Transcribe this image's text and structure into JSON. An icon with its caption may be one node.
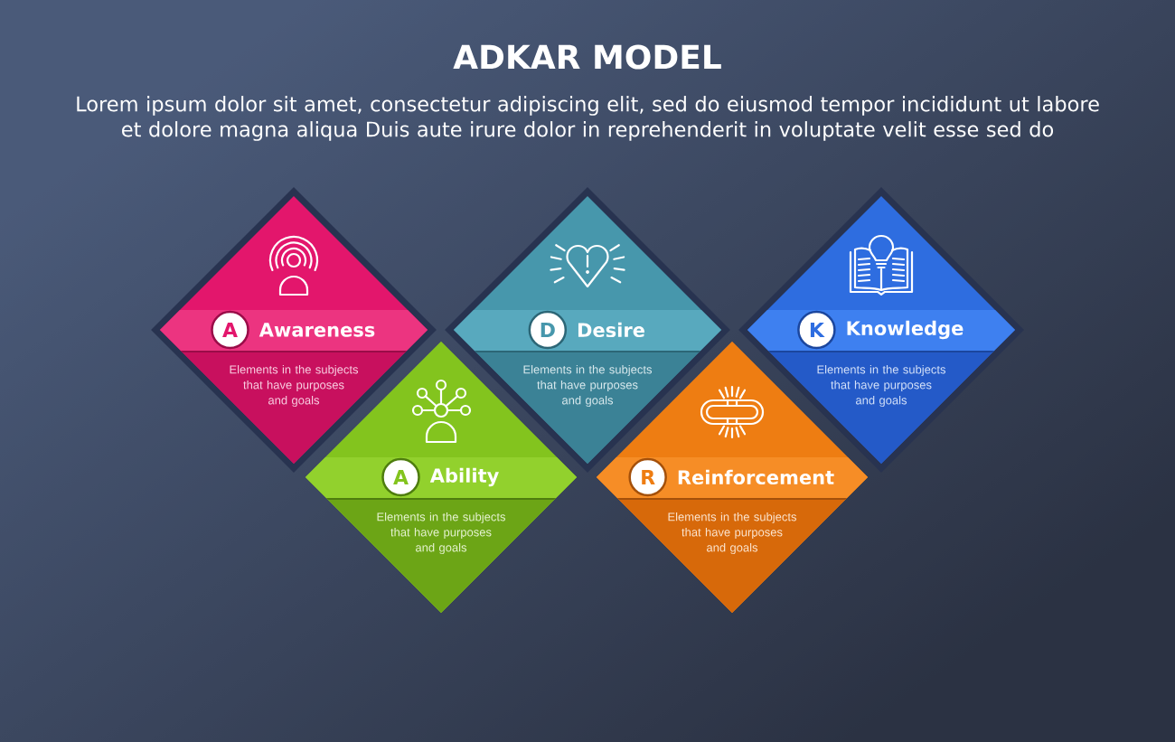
{
  "diagram": {
    "title": "ADKAR MODEL",
    "nodes": [
      {
        "text": [
          "Awareness",
          "Elements in the subjects that have purposes and goals"
        ]
      },
      {
        "text": [
          "A"
        ],
        "in": 0
      },
      {
        "text": [
          "Desire",
          "Elements in the subjects that have purposes and goals"
        ]
      },
      {
        "text": [
          "D"
        ],
        "in": 2
      },
      {
        "text": [
          "Knowledge",
          "Elements in the subjects that have purposes and goals"
        ]
      },
      {
        "text": [
          "K"
        ],
        "in": 4
      },
      {
        "text": [
          "Ability",
          "Elements in the subjects that have purposes and goals"
        ]
      },
      {
        "text": [
          "A"
        ],
        "in": 6
      },
      {
        "text": [
          "Reinforcement",
          "Elements in the subjects that have purposes and goals"
        ]
      },
      {
        "text": [
          "R"
        ],
        "in": 8
      }
    ],
    "labels": [
      "Lorem ipsum dolor sit amet, consectetur adipiscing elit, sed do eiusmod tempor incididunt ut labore et dolore magna aliqua Duis aute irure dolor in reprehenderit in voluptate velit esse sed do"
    ]
  }
}
